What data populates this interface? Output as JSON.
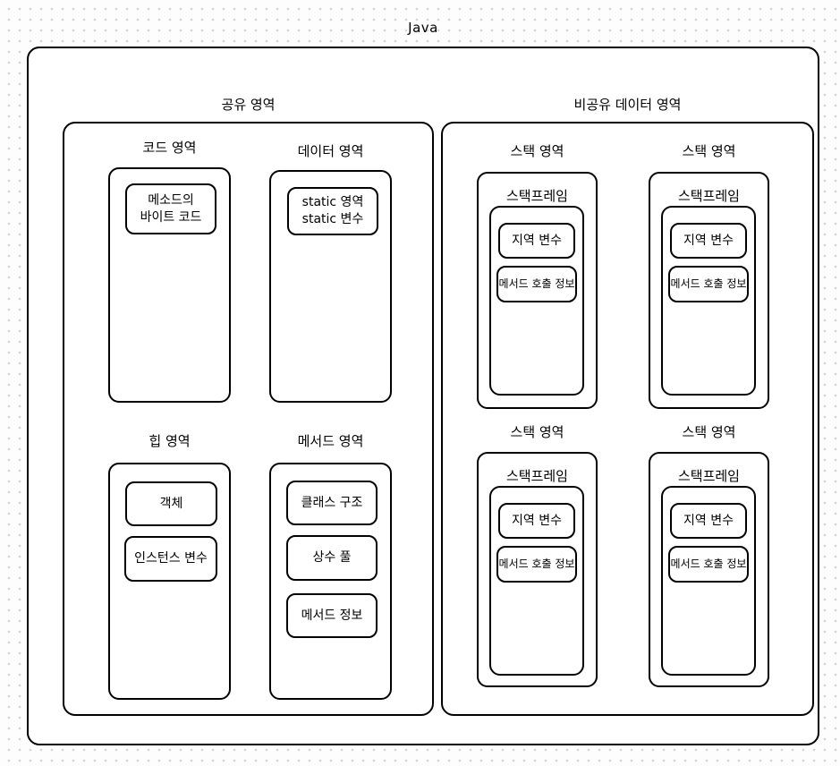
{
  "title": "Java",
  "colors": {
    "stroke": "#000000",
    "canvas_background": "#fdfdfd",
    "box_background": "#ffffff",
    "dot_grid": "#d7d7d7"
  },
  "shared": {
    "label": "공유 영역",
    "code_area": {
      "label": "코드 영역",
      "item": {
        "line1": "메소드의",
        "line2": "바이트 코드"
      }
    },
    "data_area": {
      "label": "데이터 영역",
      "item": {
        "line1": "static 영역",
        "line2": "static 변수"
      }
    },
    "heap_area": {
      "label": "힙 영역",
      "items": [
        "객체",
        "인스턴스 변수"
      ]
    },
    "method_area": {
      "label": "메서드 영역",
      "items": [
        "클래스 구조",
        "상수 풀",
        "메서드 정보"
      ]
    }
  },
  "non_shared": {
    "label": "비공유 데이터 영역",
    "stacks": [
      {
        "label": "스택 영역",
        "frame": {
          "label": "스택프레임",
          "items": [
            "지역 변수",
            "메서드 호출 정보"
          ]
        }
      },
      {
        "label": "스택 영역",
        "frame": {
          "label": "스택프레임",
          "items": [
            "지역 변수",
            "메서드 호출 정보"
          ]
        }
      },
      {
        "label": "스택 영역",
        "frame": {
          "label": "스택프레임",
          "items": [
            "지역 변수",
            "메서드 호출 정보"
          ]
        }
      },
      {
        "label": "스택 영역",
        "frame": {
          "label": "스택프레임",
          "items": [
            "지역 변수",
            "메서드 호출 정보"
          ]
        }
      }
    ]
  }
}
